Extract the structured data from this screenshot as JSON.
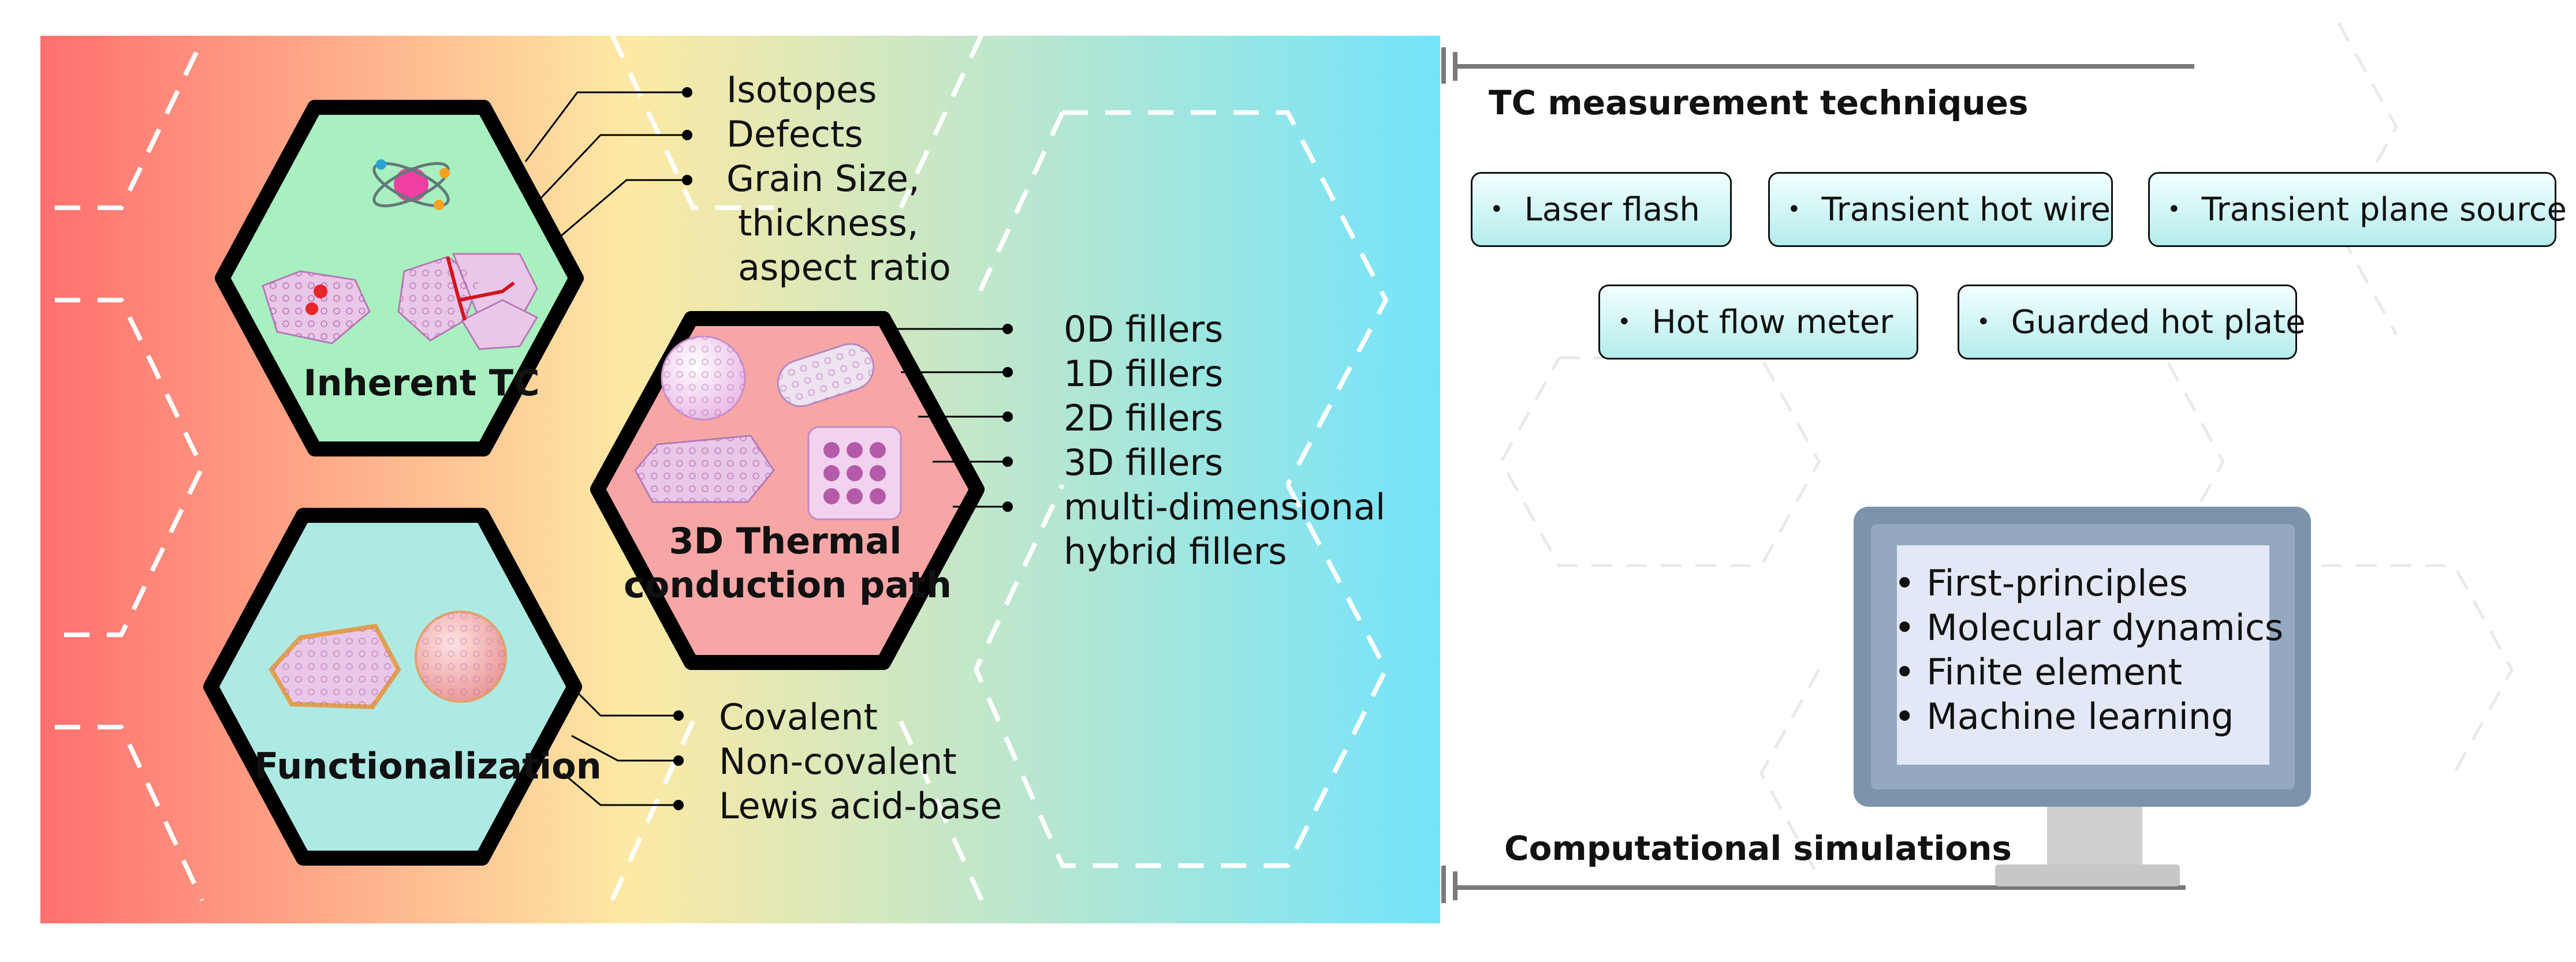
{
  "inherent": {
    "label": "Inherent TC",
    "factors": [
      "Isotopes",
      "Defects",
      "Grain Size,",
      "thickness,",
      "aspect ratio"
    ]
  },
  "thermal_path": {
    "label_line1": "3D Thermal",
    "label_line2": "conduction path",
    "fillers": [
      "0D fillers",
      "1D fillers",
      "2D fillers",
      "3D fillers",
      "multi-dimensional",
      "hybrid fillers"
    ]
  },
  "functionalization": {
    "label": "Functionalization",
    "methods": [
      "Covalent",
      "Non-covalent",
      "Lewis acid-base"
    ]
  },
  "measurement": {
    "title": "TC measurement techniques",
    "techniques": [
      "Laser flash",
      "Transient hot wire",
      "Transient plane source",
      "Hot  flow meter",
      "Guarded hot plate"
    ]
  },
  "computation": {
    "title": "Computational simulations",
    "methods": [
      "First-principles",
      "Molecular dynamics",
      "Finite element",
      "Machine learning"
    ]
  },
  "colors": {
    "hex_inherent": "#a8f0c0",
    "hex_thermal": "#f7a6a6",
    "hex_functional": "#aeeae4",
    "gradient_left": "#ff6f6f",
    "gradient_mid": "#fde9a4",
    "gradient_right": "#74e4fb",
    "monitor_frame": "#7d93ab",
    "monitor_screen": "#e3e8f6",
    "pill_fill": "#c3f0f0"
  }
}
